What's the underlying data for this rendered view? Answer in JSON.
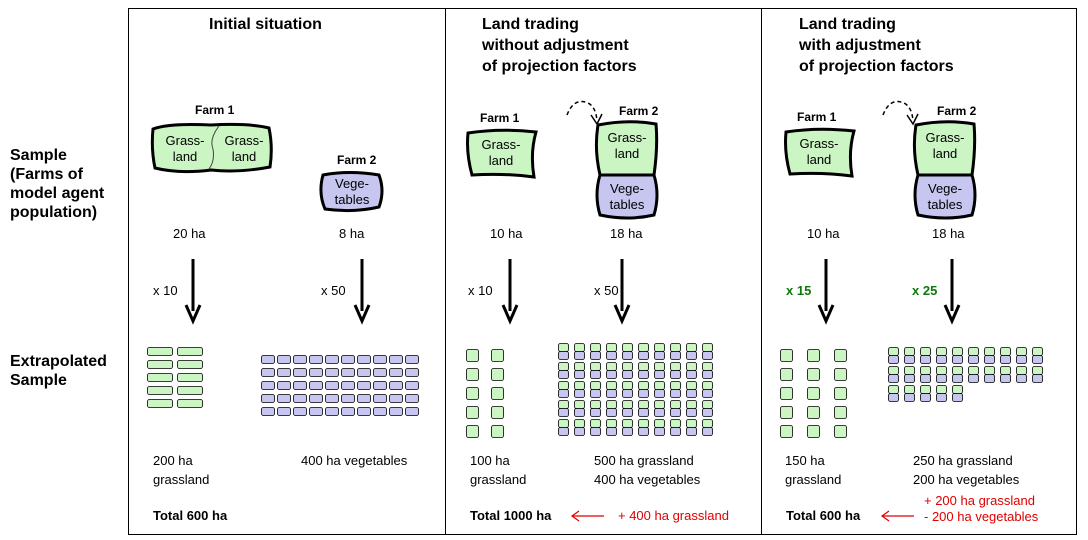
{
  "row_labels": {
    "sample": [
      "Sample",
      "(Farms of",
      "model agent",
      "population)"
    ],
    "extrapolated": [
      "Extrapolated",
      "Sample"
    ]
  },
  "panels": [
    {
      "title": [
        "Initial situation"
      ],
      "farm1": {
        "label": "Farm 1",
        "parts": [
          "Grass-\nland",
          "Grass-\nland"
        ],
        "size": "20 ha",
        "multiplier": "x 10"
      },
      "farm2": {
        "label": "Farm 2",
        "parts": [
          "Vege-\ntables"
        ],
        "size": "8 ha",
        "multiplier": "x 50"
      },
      "result1": [
        "200 ha",
        "grassland"
      ],
      "result2": [
        "400 ha vegetables"
      ],
      "total": "Total 600 ha",
      "change": []
    },
    {
      "title": [
        "Land trading",
        "without adjustment",
        "of projection factors"
      ],
      "farm1": {
        "label": "Farm 1",
        "parts": [
          "Grass-\nland"
        ],
        "size": "10 ha",
        "multiplier": "x 10"
      },
      "farm2": {
        "label": "Farm 2",
        "parts": [
          "Grass-\nland",
          "Vege-\ntables"
        ],
        "size": "18 ha",
        "multiplier": "x 50"
      },
      "result1": [
        "100 ha",
        "grassland"
      ],
      "result2": [
        "500 ha grassland",
        "400 ha vegetables"
      ],
      "total": "Total 1000 ha",
      "change": [
        "+ 400 ha grassland"
      ]
    },
    {
      "title": [
        "Land trading",
        "with adjustment",
        "of projection factors"
      ],
      "farm1": {
        "label": "Farm 1",
        "parts": [
          "Grass-\nland"
        ],
        "size": "10 ha",
        "multiplier": "x 15"
      },
      "farm2": {
        "label": "Farm 2",
        "parts": [
          "Grass-\nland",
          "Vege-\ntables"
        ],
        "size": "18 ha",
        "multiplier": "x 25"
      },
      "result1": [
        "150 ha",
        "grassland"
      ],
      "result2": [
        "250 ha grassland",
        "200 ha vegetables"
      ],
      "total": "Total 600 ha",
      "change": [
        "+ 200 ha grassland",
        "- 200 ha vegetables"
      ]
    }
  ],
  "colors": {
    "grassland": "#ccf5c4",
    "vegetables": "#c6c6f0",
    "multiplier_adjusted": "#0a7a0a",
    "change_text": "#e00000"
  }
}
